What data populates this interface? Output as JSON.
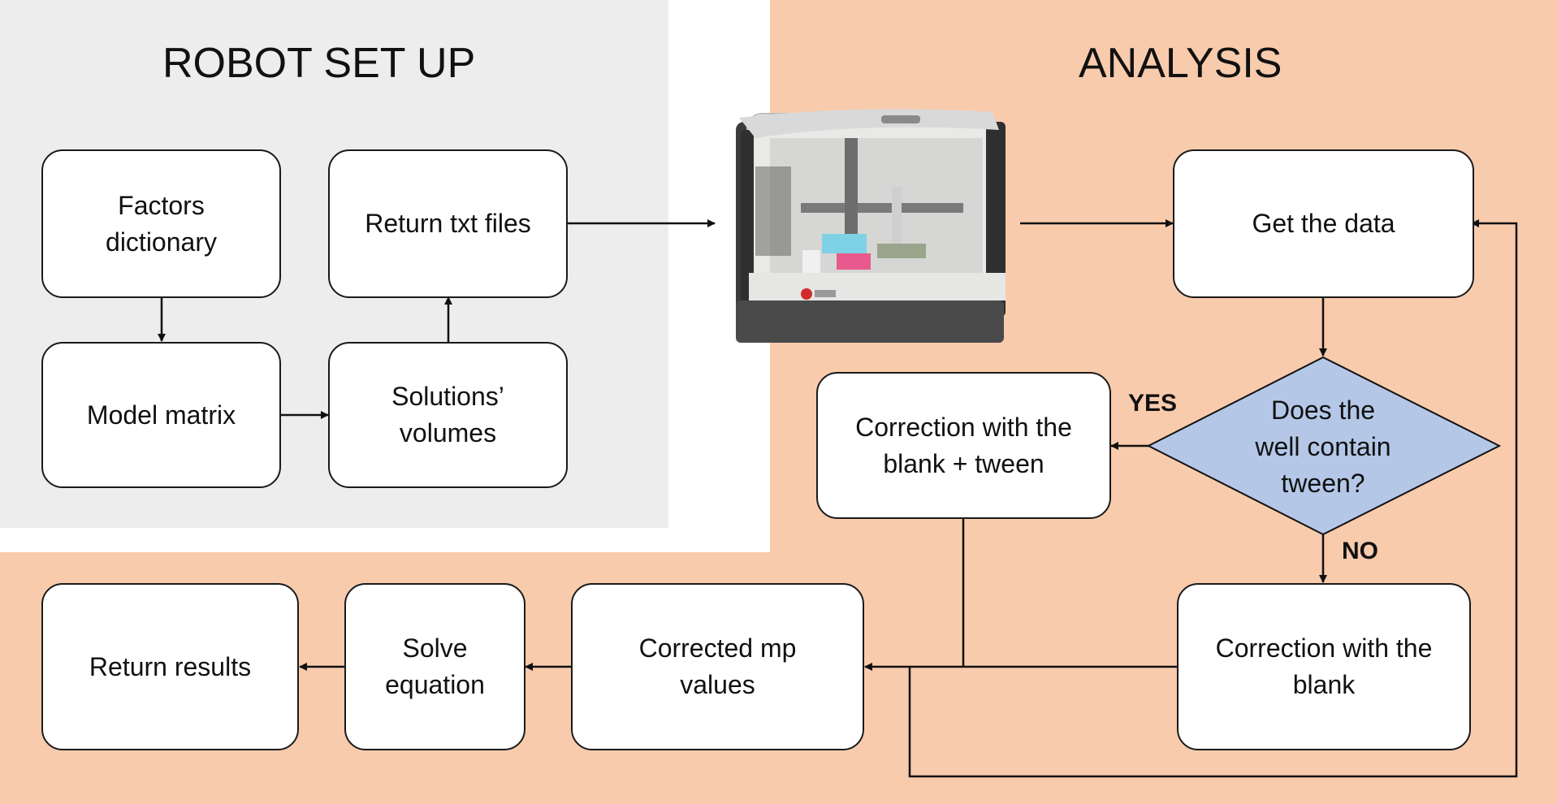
{
  "sections": {
    "robot_setup": "ROBOT SET UP",
    "analysis": "ANALYSIS"
  },
  "boxes": {
    "factors_dictionary": "Factors\ndictionary",
    "return_txt_files": "Return txt files",
    "model_matrix": "Model matrix",
    "solutions_volumes": "Solutions’\nvolumes",
    "get_the_data": "Get the data",
    "correction_blank_tween": "Correction with the\nblank + tween",
    "correction_blank": "Correction with the\nblank",
    "corrected_mp_values": "Corrected mp\nvalues",
    "solve_equation": "Solve\nequation",
    "return_results": "Return results"
  },
  "decision": {
    "question": "Does the\nwell contain\ntween?",
    "yes_label": "YES",
    "no_label": "NO"
  },
  "colors": {
    "analysis_bg": "#f8cbad",
    "robot_setup_bg": "#ededed",
    "decision_fill": "#b4c7e7"
  },
  "image": {
    "subject": "liquid-handling robot"
  }
}
